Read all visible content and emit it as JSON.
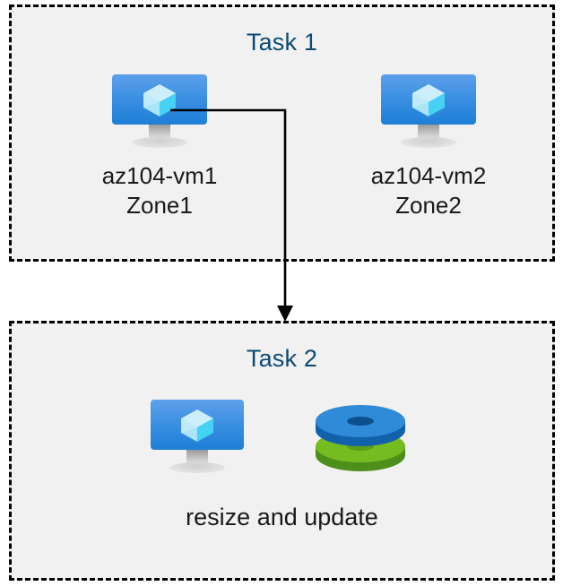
{
  "diagram": {
    "title_text_color": "#0d4a73",
    "label_text_color": "#1a1a1a",
    "box_fill_color": "#f1f1f1",
    "box_border_color": "#000000",
    "connector_color": "#000000",
    "accent_blue": "#1d7fd6",
    "accent_green": "#6cae2a"
  },
  "task1": {
    "title": "Task 1",
    "nodes": [
      {
        "icon": "azure-virtual-machine-icon",
        "label": "az104-vm1\nZone1",
        "name": "az104-vm1",
        "zone": "Zone1"
      },
      {
        "icon": "azure-virtual-machine-icon",
        "label": "az104-vm2\nZone2",
        "name": "az104-vm2",
        "zone": "Zone2"
      }
    ]
  },
  "task2": {
    "title": "Task 2",
    "icons": [
      {
        "icon": "azure-virtual-machine-icon"
      },
      {
        "icon": "azure-disks-icon"
      }
    ],
    "caption": "resize and update"
  },
  "connector": {
    "name": "vm1-to-task2-arrow",
    "from": "az104-vm1",
    "to": "Task 2",
    "arrowhead": "down"
  }
}
